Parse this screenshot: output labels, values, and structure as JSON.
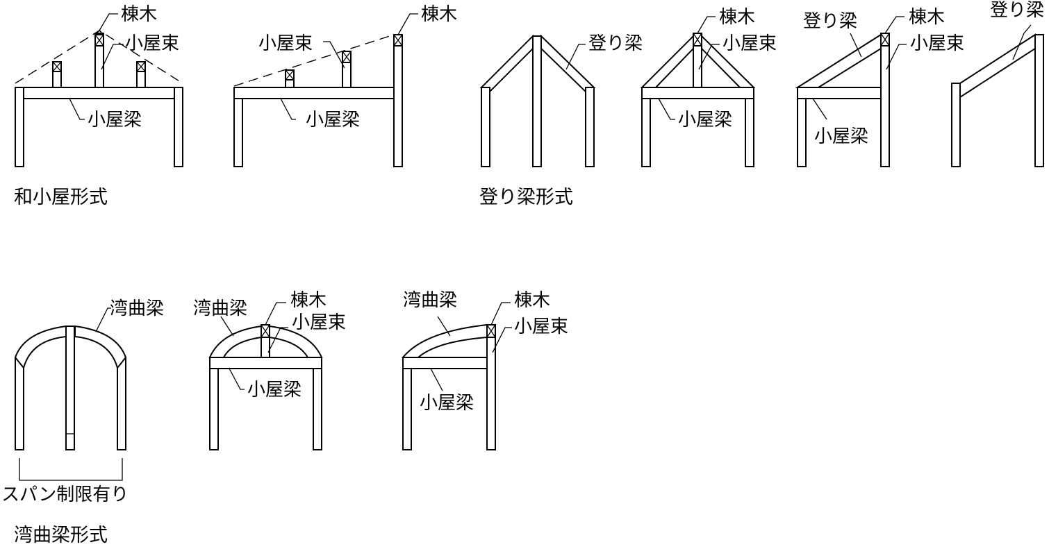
{
  "labels": {
    "ridge": "棟木",
    "strut": "小屋束",
    "beam": "小屋梁",
    "rafter_beam": "登り梁",
    "curved_beam": "湾曲梁",
    "span_limit": "スパン制限有り"
  },
  "captions": {
    "japanese_truss": "和小屋形式",
    "rafter_beam_type": "登り梁形式",
    "curved_beam_type": "湾曲梁形式"
  }
}
